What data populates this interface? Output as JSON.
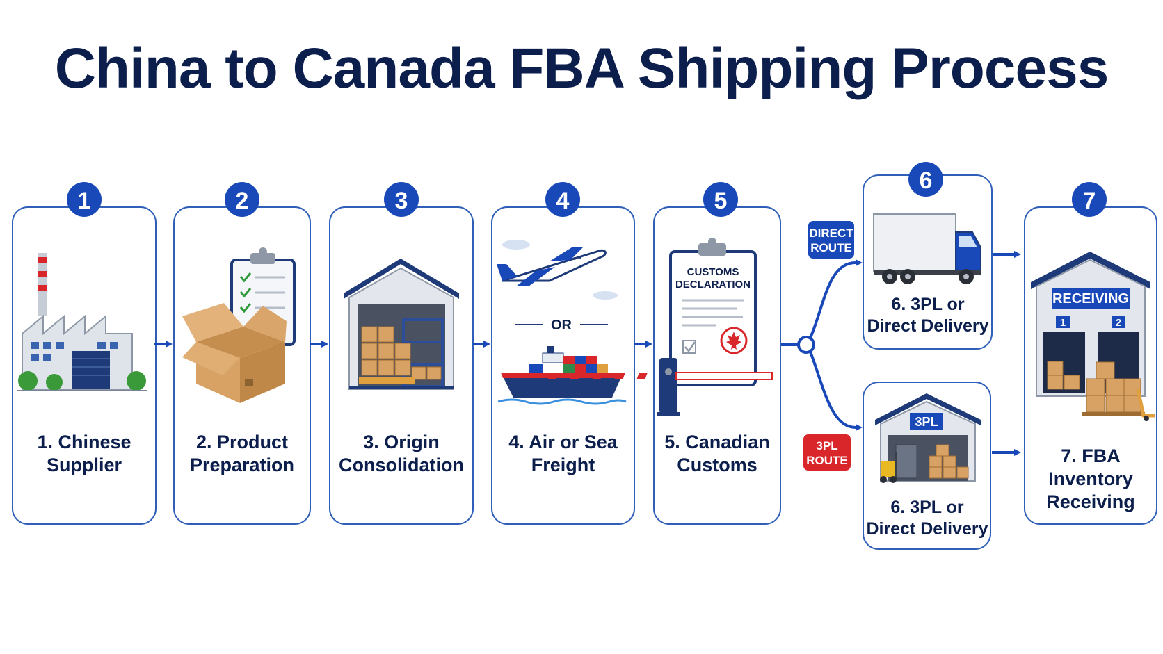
{
  "title": "China to Canada FBA Shipping Process",
  "steps": [
    {
      "number": "1",
      "label": "1. Chinese\nSupplier"
    },
    {
      "number": "2",
      "label": "2. Product\nPreparation"
    },
    {
      "number": "3",
      "label": "3. Origin\nConsolidation"
    },
    {
      "number": "4",
      "label": "4. Air or Sea\nFreight",
      "or_text": "OR"
    },
    {
      "number": "5",
      "label": "5. Canadian\nCustoms",
      "doc_title_1": "CUSTOMS",
      "doc_title_2": "DECLARATION"
    },
    {
      "number": "6",
      "label_top": "6. 3PL or\nDirect Delivery",
      "label_bottom": "6. 3PL or\nDirect Delivery",
      "warehouse_sign": "3PL"
    },
    {
      "number": "7",
      "label": "7. FBA\nInventory\nReceiving",
      "sign": "RECEIVING",
      "door_1": "1",
      "door_2": "2"
    }
  ],
  "routes": {
    "direct_1": "DIRECT",
    "direct_2": "ROUTE",
    "tpl_1": "3PL",
    "tpl_2": "ROUTE"
  },
  "colors": {
    "navy": "#0b1e4c",
    "blue": "#1948b8",
    "border": "#2f5fb8",
    "red": "#d8262b",
    "cardboard": "#d7a264"
  }
}
